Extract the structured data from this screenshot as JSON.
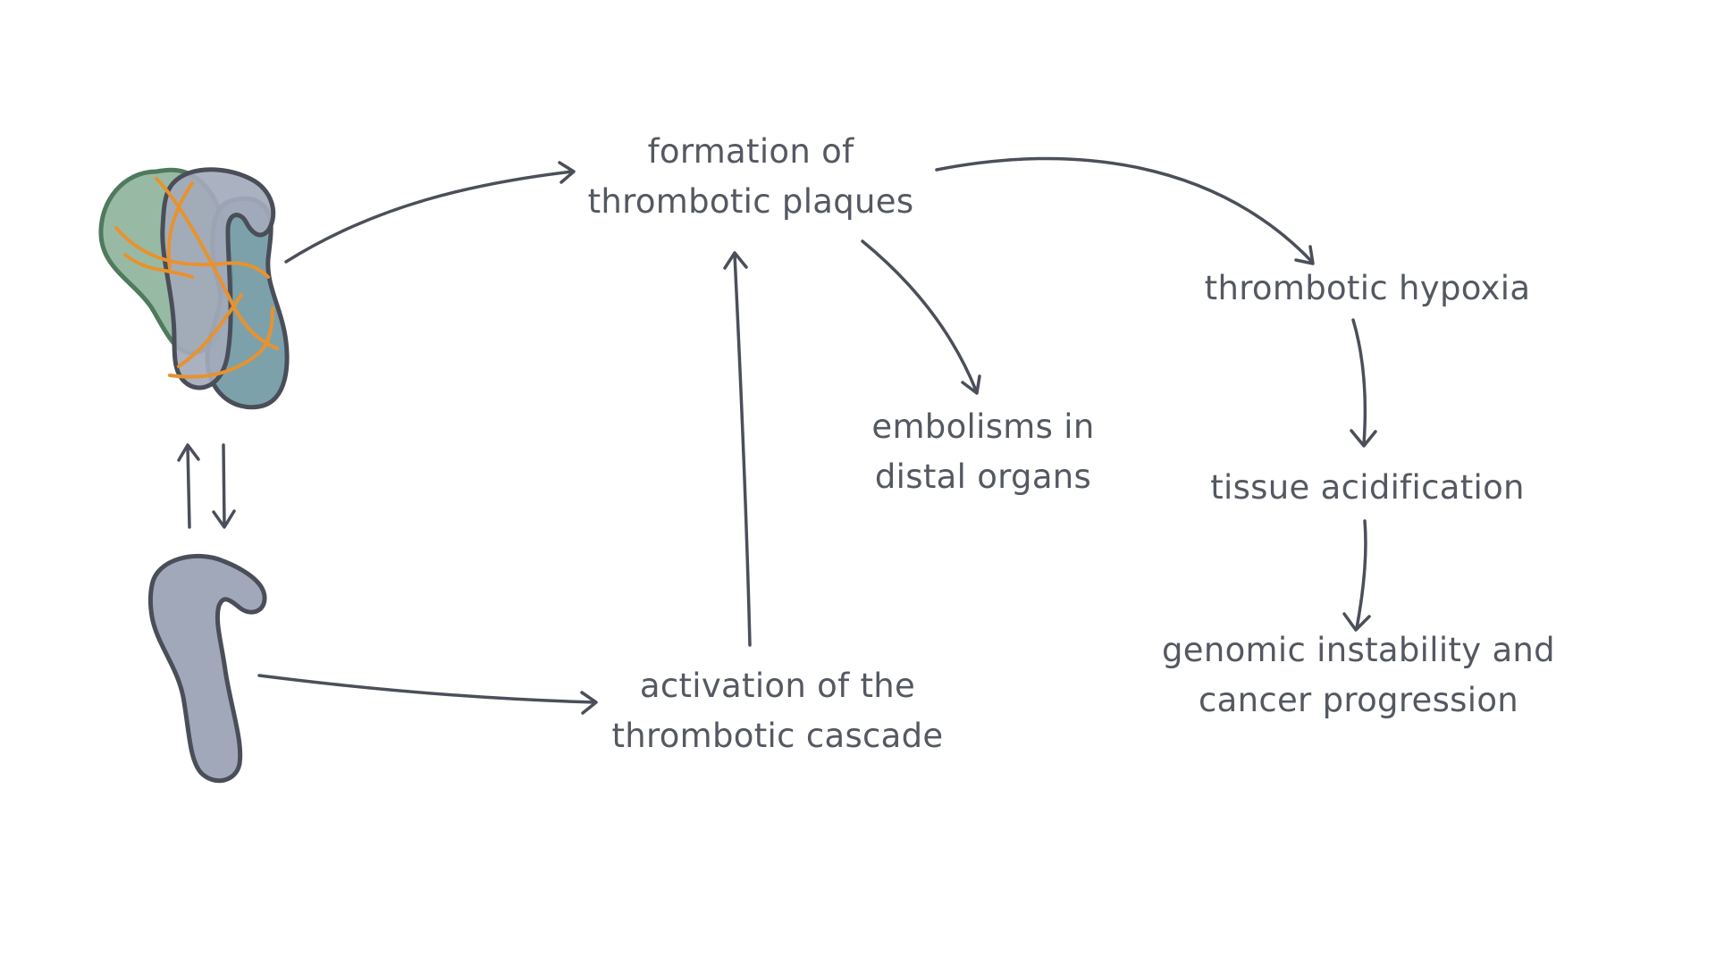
{
  "nodes": {
    "formation": {
      "line1": "formation of",
      "line2": "thrombotic plaques"
    },
    "activation": {
      "line1": "activation of the",
      "line2": "thrombotic cascade"
    },
    "embolisms": {
      "line1": "embolisms in",
      "line2": "distal organs"
    },
    "hypoxia": {
      "line1": "thrombotic hypoxia"
    },
    "acidification": {
      "line1": "tissue acidification"
    },
    "genomic": {
      "line1": "genomic instability and",
      "line2": "cancer progression"
    }
  },
  "icons": {
    "aggregate": "protein-aggregate-icon",
    "monomer": "protein-monomer-icon",
    "equilibrium": "equilibrium-arrows-icon"
  },
  "colors": {
    "text": "#545861",
    "arrow": "#4b4f5a",
    "protein_grey": "#9fa6b7",
    "protein_teal": "#6f97a2",
    "protein_green": "#86ae95",
    "fibril_orange": "#e8922e",
    "outline": "#4a4e58"
  }
}
